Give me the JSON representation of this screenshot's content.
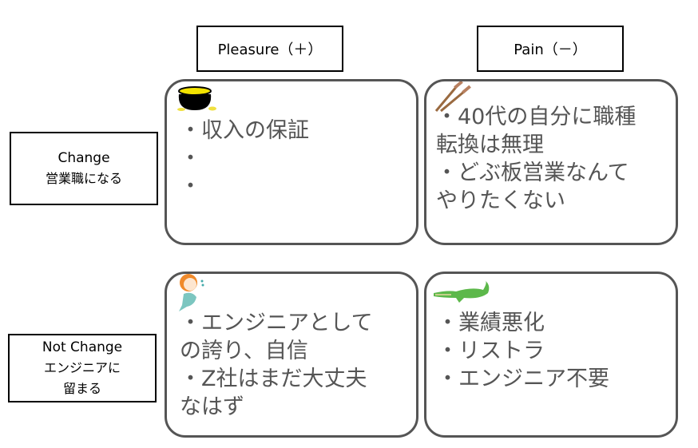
{
  "columns": [
    "Pleasure（＋）",
    "Pain（－）"
  ],
  "rows": [
    {
      "title": "Change",
      "sub": [
        "営業職になる"
      ]
    },
    {
      "title": "Not Change",
      "sub": [
        "エンジニアに",
        "留まる"
      ]
    }
  ],
  "cells": {
    "change_pleasure": {
      "icon": "gold-pot-icon",
      "lines": [
        "・収入の保証",
        "・",
        "・"
      ]
    },
    "change_pain": {
      "icon": "crutches-icon",
      "lines": [
        "・40代の自分に職種",
        "転換は無理",
        "・どぶ板営業なんて",
        "やりたくない"
      ]
    },
    "stay_pleasure": {
      "icon": "mermaid-icon",
      "lines": [
        "・エンジニアとして",
        "の誇り、自信",
        "・Z社はまだ大丈夫",
        "なはず"
      ]
    },
    "stay_pain": {
      "icon": "crocodile-icon",
      "lines": [
        "・業績悪化",
        "・リストラ",
        "・エンジニア不要"
      ]
    }
  }
}
